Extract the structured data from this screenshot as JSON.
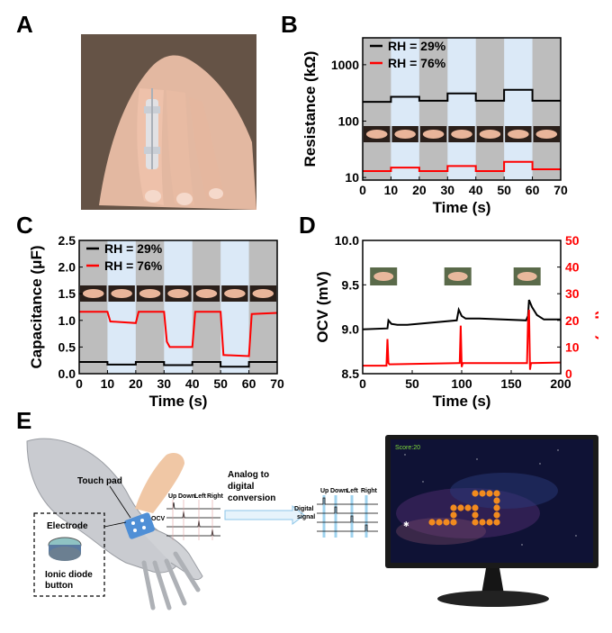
{
  "panels": {
    "A": "A",
    "B": "B",
    "C": "C",
    "D": "D",
    "E": "E"
  },
  "colors": {
    "black_series": "#000000",
    "red_series": "#ff0000",
    "gray_band": "#bdbdbd",
    "blue_band": "#dbe9f7",
    "screen_bg": "#0f1235",
    "snake": "#f28b1e"
  },
  "chart_data": [
    {
      "panel": "B",
      "type": "line",
      "xlabel": "Time (s)",
      "ylabel": "Resistance (kΩ)",
      "xlim": [
        0,
        70
      ],
      "ylim": [
        9,
        3000
      ],
      "yscale": "log",
      "xticks": [
        "0",
        "10",
        "20",
        "30",
        "40",
        "50",
        "60",
        "70"
      ],
      "yticks": [
        {
          "v": 10,
          "t": "10"
        },
        {
          "v": 100,
          "t": "100"
        },
        {
          "v": 1000,
          "t": "1000"
        }
      ],
      "legend": [
        "RH = 29%",
        "RH = 76%"
      ],
      "legend_position": "top-left",
      "press_intervals": [
        [
          10,
          20
        ],
        [
          30,
          40
        ],
        [
          50,
          60
        ]
      ],
      "series": [
        {
          "name": "RH = 29%",
          "color": "#000000",
          "x": [
            0,
            10,
            10,
            20,
            20,
            30,
            30,
            40,
            40,
            50,
            50,
            60,
            60,
            70
          ],
          "y": [
            220,
            220,
            270,
            270,
            230,
            230,
            310,
            310,
            230,
            230,
            360,
            360,
            230,
            230
          ]
        },
        {
          "name": "RH = 76%",
          "color": "#ff0000",
          "x": [
            0,
            10,
            10,
            20,
            20,
            30,
            30,
            40,
            40,
            50,
            50,
            60,
            60,
            70
          ],
          "y": [
            13,
            13,
            15,
            15,
            13,
            13,
            16,
            16,
            13,
            13,
            19,
            19,
            14,
            14
          ]
        }
      ]
    },
    {
      "panel": "C",
      "type": "line",
      "xlabel": "Time (s)",
      "ylabel": "Capacitance (μF)",
      "xlim": [
        0,
        70
      ],
      "ylim": [
        0,
        2.5
      ],
      "xticks": [
        "0",
        "10",
        "20",
        "30",
        "40",
        "50",
        "60",
        "70"
      ],
      "yticks": [
        {
          "v": 0,
          "t": "0.0"
        },
        {
          "v": 0.5,
          "t": "0.5"
        },
        {
          "v": 1.0,
          "t": "1.0"
        },
        {
          "v": 1.5,
          "t": "1.5"
        },
        {
          "v": 2.0,
          "t": "2.0"
        },
        {
          "v": 2.5,
          "t": "2.5"
        }
      ],
      "legend": [
        "RH = 29%",
        "RH = 76%"
      ],
      "legend_position": "top-left",
      "press_intervals": [
        [
          10,
          20
        ],
        [
          30,
          40
        ],
        [
          50,
          60
        ]
      ],
      "series": [
        {
          "name": "RH = 29%",
          "color": "#000000",
          "x": [
            0,
            10,
            10,
            20,
            20,
            30,
            30,
            40,
            40,
            50,
            50,
            60,
            60,
            70
          ],
          "y": [
            0.22,
            0.22,
            0.17,
            0.17,
            0.22,
            0.22,
            0.16,
            0.16,
            0.22,
            0.22,
            0.13,
            0.13,
            0.22,
            0.22
          ]
        },
        {
          "name": "RH = 76%",
          "color": "#ff0000",
          "x": [
            0,
            10,
            11,
            20,
            21,
            30,
            31,
            32,
            40,
            41,
            50,
            51,
            60,
            61,
            70
          ],
          "y": [
            1.16,
            1.16,
            0.98,
            0.95,
            1.16,
            1.16,
            0.6,
            0.5,
            0.5,
            1.16,
            1.16,
            0.35,
            0.33,
            1.12,
            1.14
          ]
        }
      ]
    },
    {
      "panel": "D",
      "type": "line",
      "xlabel": "Time (s)",
      "ylabel": "OCV (mV)",
      "ylabel_right": "SCC (μA)",
      "xlim": [
        0,
        200
      ],
      "ylim": [
        8.5,
        10.0
      ],
      "ylim_right": [
        0,
        50
      ],
      "xticks": [
        "0",
        "50",
        "100",
        "150",
        "200"
      ],
      "yticks": [
        {
          "v": 8.5,
          "t": "8.5"
        },
        {
          "v": 9.0,
          "t": "9.0"
        },
        {
          "v": 9.5,
          "t": "9.5"
        },
        {
          "v": 10.0,
          "t": "10.0"
        }
      ],
      "yticks_right": [
        {
          "v": 0,
          "t": "0"
        },
        {
          "v": 10,
          "t": "10"
        },
        {
          "v": 20,
          "t": "20"
        },
        {
          "v": 30,
          "t": "30"
        },
        {
          "v": 40,
          "t": "40"
        },
        {
          "v": 50,
          "t": "50"
        }
      ],
      "series": [
        {
          "name": "OCV",
          "axis": "left",
          "color": "#000000",
          "x": [
            0,
            25,
            26,
            29,
            35,
            45,
            95,
            97,
            100,
            104,
            110,
            118,
            165,
            167,
            168,
            171,
            176,
            183,
            200
          ],
          "y": [
            9.0,
            9.01,
            9.1,
            9.06,
            9.05,
            9.05,
            9.1,
            9.22,
            9.15,
            9.12,
            9.12,
            9.12,
            9.1,
            9.15,
            9.33,
            9.25,
            9.16,
            9.11,
            9.11
          ]
        },
        {
          "name": "SCC",
          "axis": "right",
          "color": "#ff0000",
          "x": [
            0,
            24,
            25,
            26,
            27,
            98,
            99,
            100,
            101,
            166,
            167,
            168,
            169,
            170,
            200
          ],
          "y": [
            3,
            3,
            13,
            4,
            3.5,
            4,
            18,
            2.5,
            4,
            4,
            20,
            24,
            1.5,
            4,
            4.2
          ]
        }
      ]
    }
  ],
  "panelE": {
    "touch_pad": "Touch pad",
    "conversion": [
      "Analog to",
      "digital",
      "conversion"
    ],
    "directions": [
      "Up",
      "Down",
      "Left",
      "Right"
    ],
    "ocv": "OCV",
    "digital": [
      "Digital",
      "signal"
    ],
    "inset": {
      "electrode": "Electrode",
      "ionic": [
        "Ionic diode",
        "button"
      ]
    },
    "score": "Score:20"
  }
}
